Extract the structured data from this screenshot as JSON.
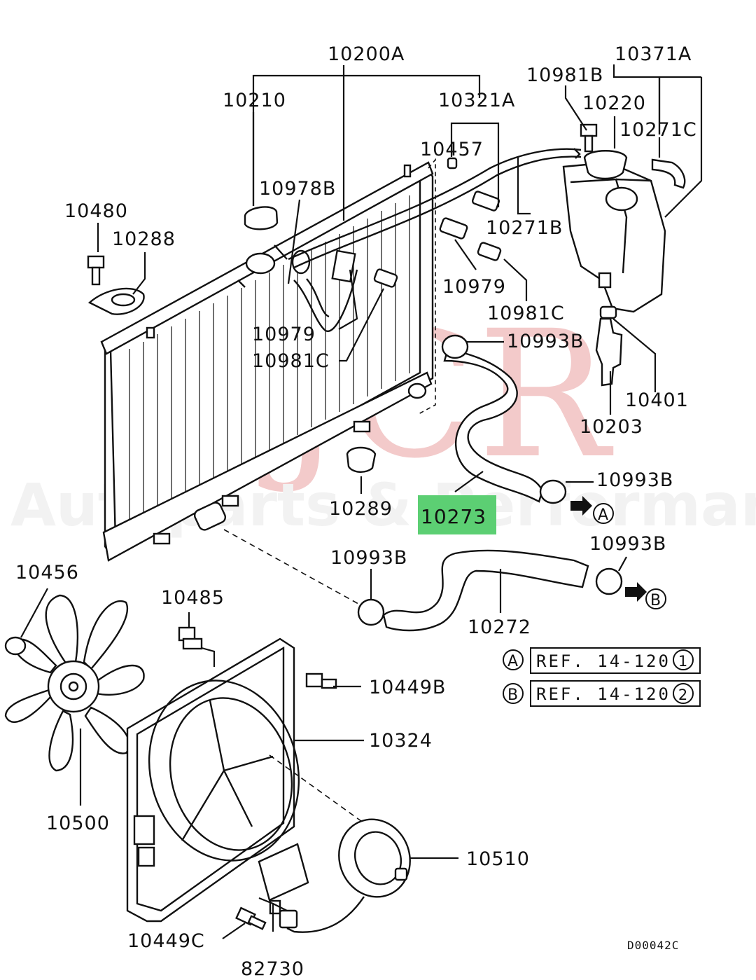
{
  "watermark": {
    "brand": "AJCR",
    "tagline": "Autoparts & Performance"
  },
  "highlight": {
    "part": "10273",
    "color": "#5ccf73"
  },
  "labels": {
    "p10200A": "10200A",
    "p10210": "10210",
    "p10321A": "10321A",
    "p10981B": "10981B",
    "p10371A": "10371A",
    "p10220": "10220",
    "p10271C": "10271C",
    "p10457": "10457",
    "p10978B": "10978B",
    "p10480": "10480",
    "p10288": "10288",
    "p10271B": "10271B",
    "p10979a": "10979",
    "p10979b": "10979",
    "p10981Ca": "10981C",
    "p10981Cb": "10981C",
    "p10993Ba": "10993B",
    "p10993Bb": "10993B",
    "p10993Bc": "10993B",
    "p10993Bd": "10993B",
    "p10401": "10401",
    "p10203": "10203",
    "p10289": "10289",
    "p10273": "10273",
    "p10272": "10272",
    "p10456": "10456",
    "p10485": "10485",
    "p10449B": "10449B",
    "p10324": "10324",
    "p10500": "10500",
    "p10510": "10510",
    "p10449C": "10449C",
    "p82730": "82730"
  },
  "arrows": {
    "a": "A",
    "b": "B"
  },
  "references": [
    {
      "letter": "A",
      "text": "REF. 14-120",
      "num": "1"
    },
    {
      "letter": "B",
      "text": "REF. 14-120",
      "num": "2"
    }
  ],
  "diagram_code": "D00042C"
}
